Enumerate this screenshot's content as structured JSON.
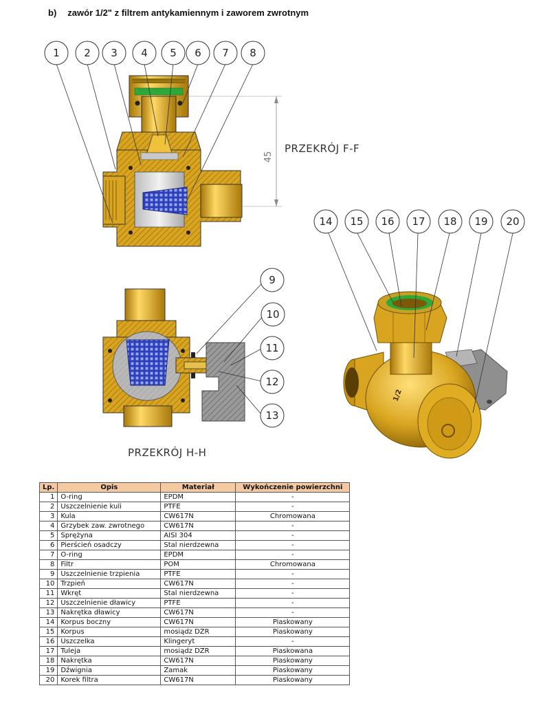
{
  "heading": {
    "index": "b)",
    "title": "zawór 1/2\" z filtrem antykamiennym i zaworem zwrotnym"
  },
  "section_labels": {
    "ff": "PRZEKRÓJ F-F",
    "hh": "PRZEKRÓJ H-H"
  },
  "dimension": "45",
  "body_marking": "1/2",
  "callouts": [
    "1",
    "2",
    "3",
    "4",
    "5",
    "6",
    "7",
    "8",
    "9",
    "10",
    "11",
    "12",
    "13",
    "14",
    "15",
    "16",
    "17",
    "18",
    "19",
    "20"
  ],
  "colors": {
    "brass": "#d9a520",
    "brass_dark": "#a87808",
    "chrome": "#d8d8d8",
    "filter_blue": "#2a3fb8",
    "seal_green": "#2fa83a",
    "lever_grey": "#8f8f8f",
    "table_header": "#f5c9a1"
  },
  "table": {
    "headers": [
      "Lp.",
      "Opis",
      "Materiał",
      "Wykończenie powierzchni"
    ],
    "rows": [
      [
        "1",
        "O-ring",
        "EPDM",
        "-"
      ],
      [
        "2",
        "Uszczelnienie kuli",
        "PTFE",
        "-"
      ],
      [
        "3",
        "Kula",
        "CW617N",
        "Chromowana"
      ],
      [
        "4",
        "Grzybek zaw. zwrotnego",
        "CW617N",
        "-"
      ],
      [
        "5",
        "Sprężyna",
        "AISI 304",
        "-"
      ],
      [
        "6",
        "Pierścień osadczy",
        "Stal nierdzewna",
        "-"
      ],
      [
        "7",
        "O-ring",
        "EPDM",
        "-"
      ],
      [
        "8",
        "Filtr",
        "POM",
        "Chromowana"
      ],
      [
        "9",
        "Uszczelnienie trzpienia",
        "PTFE",
        "-"
      ],
      [
        "10",
        "Trzpień",
        "CW617N",
        "-"
      ],
      [
        "11",
        "Wkręt",
        "Stal nierdzewna",
        "-"
      ],
      [
        "12",
        "Uszczelnienie dławicy",
        "PTFE",
        "-"
      ],
      [
        "13",
        "Nakrętka dławicy",
        "CW617N",
        "-"
      ],
      [
        "14",
        "Korpus boczny",
        "CW617N",
        "Piaskowany"
      ],
      [
        "15",
        "Korpus",
        "mosiądz DZR",
        "Piaskowany"
      ],
      [
        "16",
        "Uszczelka",
        "Klingeryt",
        "-"
      ],
      [
        "17",
        "Tuleja",
        "mosiądz DZR",
        "Piaskowana"
      ],
      [
        "18",
        "Nakrętka",
        "CW617N",
        "Piaskowany"
      ],
      [
        "19",
        "Dźwignia",
        "Zamak",
        "Piaskowany"
      ],
      [
        "20",
        "Korek filtra",
        "CW617N",
        "Piaskowany"
      ]
    ]
  }
}
